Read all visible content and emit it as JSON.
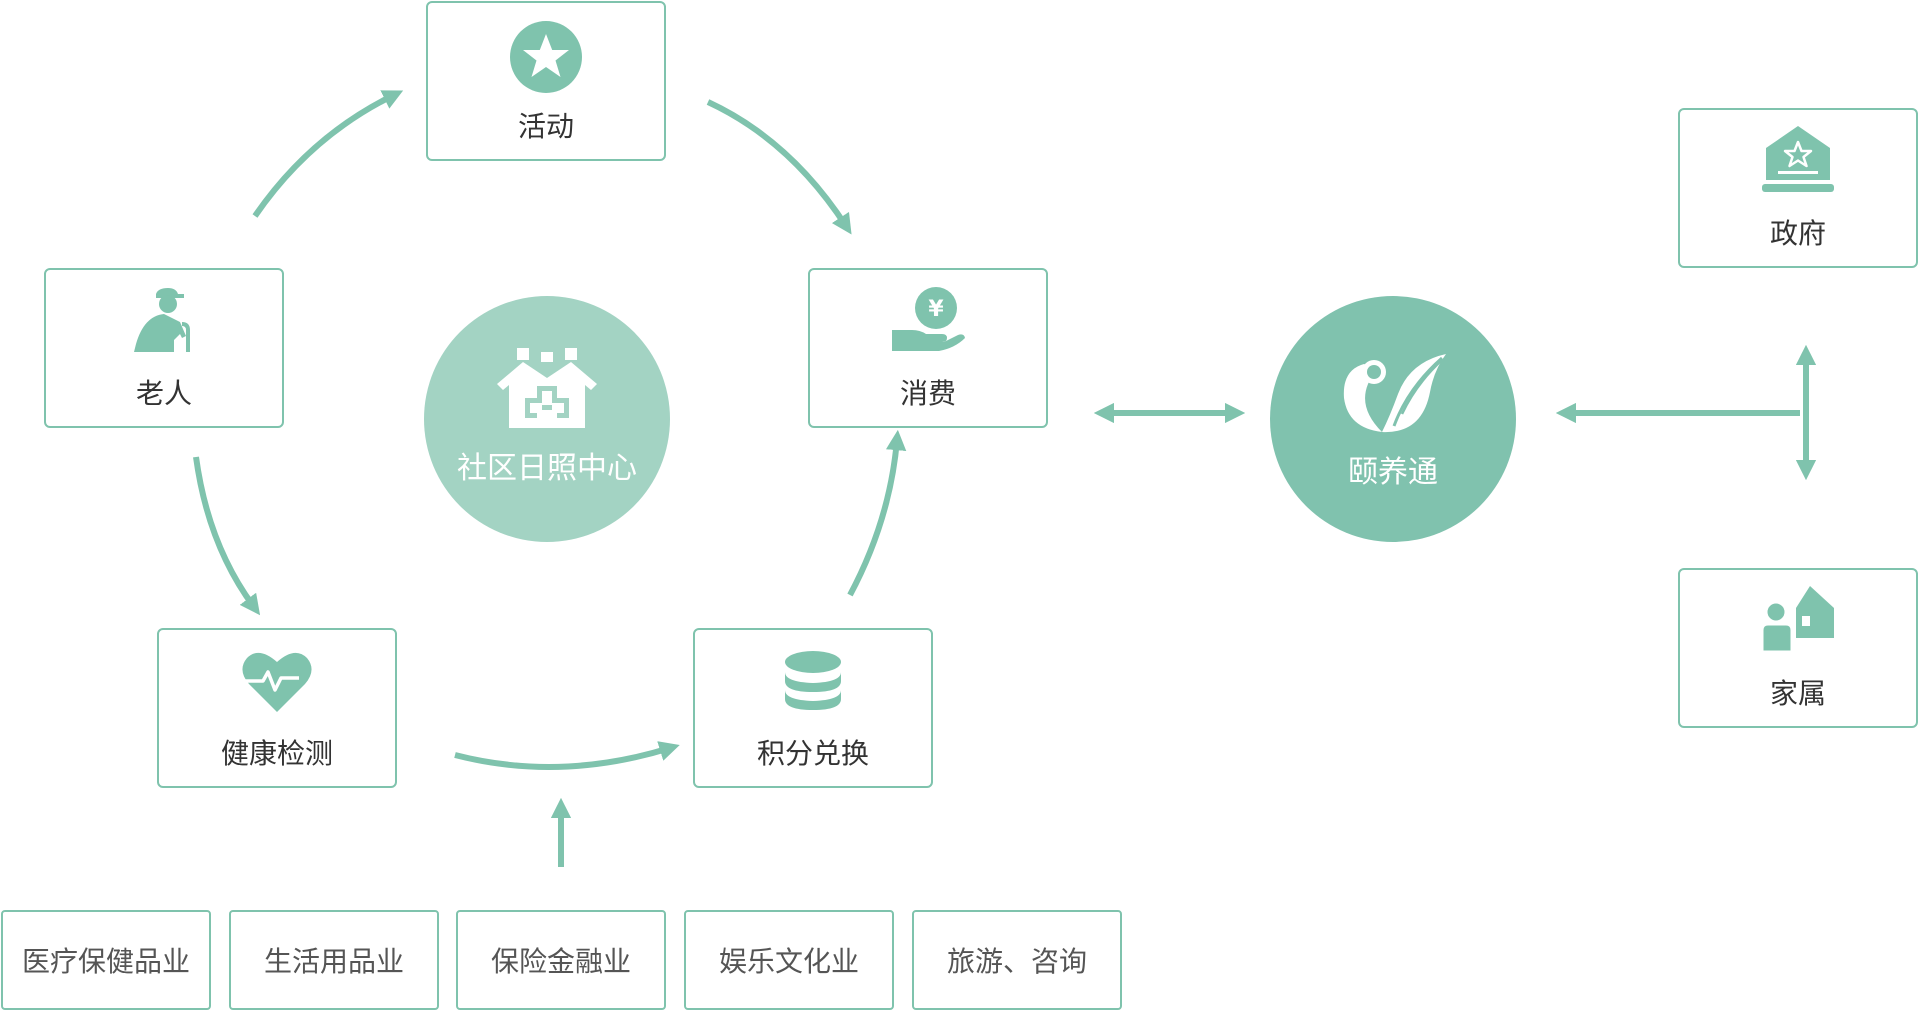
{
  "colors": {
    "accent": "#7fc3ad",
    "center_light": "#a3d3c3",
    "center_main": "#80c2ae"
  },
  "nodes": {
    "activity": {
      "label": "活动",
      "icon": "star-icon"
    },
    "consume": {
      "label": "消费",
      "icon": "hand-coin-icon"
    },
    "elder": {
      "label": "老人",
      "icon": "elderly-person-icon"
    },
    "health": {
      "label": "健康检测",
      "icon": "heartbeat-icon"
    },
    "points": {
      "label": "积分兑换",
      "icon": "coin-stack-icon"
    },
    "government": {
      "label": "政府",
      "icon": "government-building-icon"
    },
    "family": {
      "label": "家属",
      "icon": "family-home-icon"
    }
  },
  "centers": {
    "day_care": {
      "label": "社区日照中心",
      "icon": "care-home-icon"
    },
    "yiyangtong": {
      "label": "颐养通",
      "icon": "leaf-logo-icon"
    }
  },
  "industries": [
    "医疗保健品业",
    "生活用品业",
    "保险金融业",
    "娱乐文化业",
    "旅游、咨询"
  ]
}
